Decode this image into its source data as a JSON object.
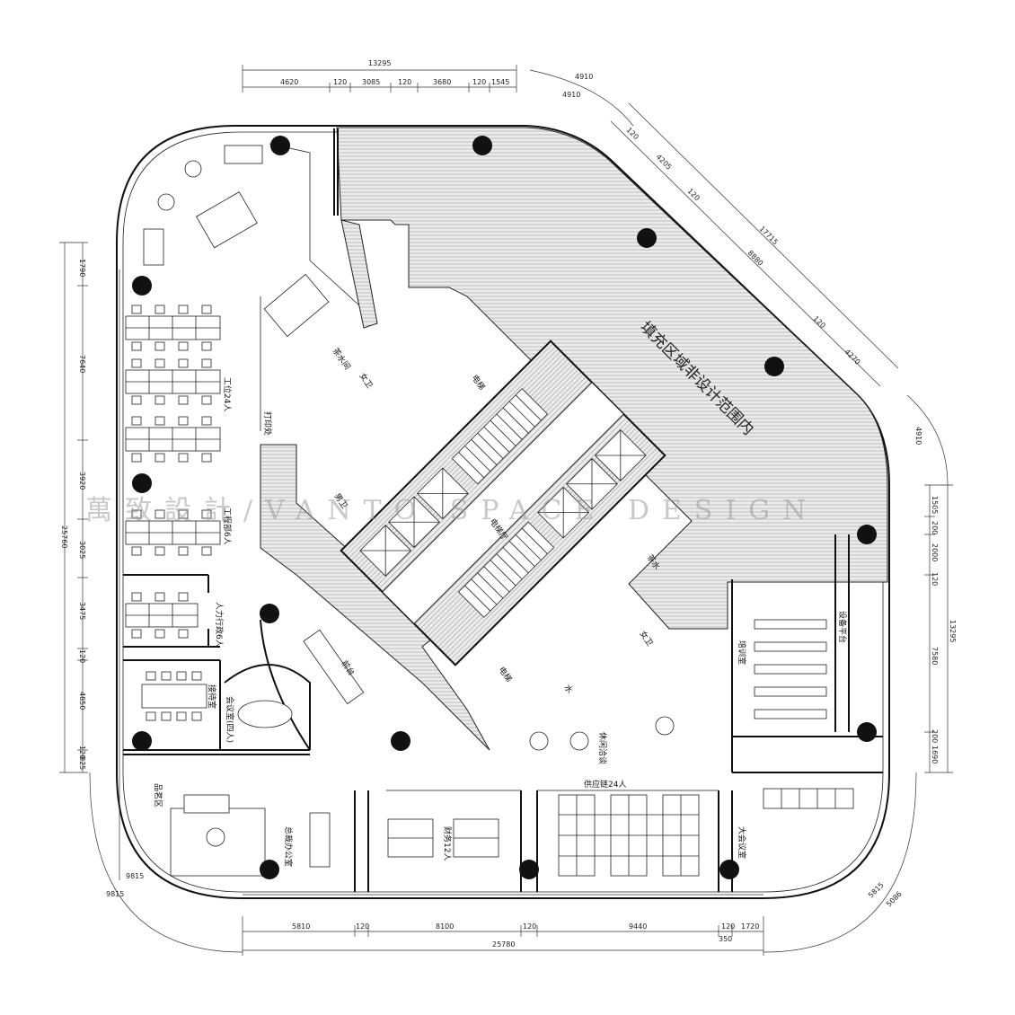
{
  "watermark": "萬致設計/VANTO SPACE DESIGN",
  "core_area_label": "填充区域非设计范围内",
  "rooms": {
    "workstation_24": "工位24人",
    "engineering_6": "工程部6人",
    "hr_6": "人力行政6人",
    "reception_room": "接待室",
    "meeting_room": "会议室(四人)",
    "front_desk": "前台",
    "print": "打印处",
    "lobby": "电梯厅",
    "pantry": "茶水间",
    "female_wc": "女卫",
    "male_wc": "男卫",
    "elevator_a": "电梯",
    "elevator_b": "电梯",
    "water": "水",
    "leisure": "休闲洽谈",
    "sales_24": "供应链24人",
    "finance_12": "财务12人",
    "ceo_office": "总裁办公室",
    "showroom": "品茗区",
    "training": "培训室",
    "big_meeting": "大会议室",
    "equipment": "设备平台",
    "female_wc2": "女卫",
    "pantry2": "茶水"
  },
  "dims_top": {
    "total": "13295",
    "parts": [
      "4620",
      "120",
      "3085",
      "120",
      "3680",
      "120",
      "1545"
    ]
  },
  "dims_bottom": {
    "total": "25780",
    "parts": [
      "5810",
      "120",
      "8100",
      "120",
      "9440",
      "120",
      "1720"
    ],
    "extra": "350"
  },
  "dims_left": {
    "total": "25760",
    "parts": [
      "1790",
      "7640",
      "3920",
      "3025",
      "3475",
      "120",
      "4850",
      "120",
      "825"
    ]
  },
  "dims_right": {
    "total": "13295",
    "parts": [
      "1505",
      "200",
      "2000",
      "120",
      "7580",
      "200",
      "1690"
    ]
  },
  "dims_diagonal_ne": {
    "total": "17715",
    "parts": [
      "120",
      "4205",
      "120",
      "8880",
      "120",
      "4270"
    ],
    "radius_top": "4910",
    "radius_top2": "4910",
    "radius_right": "4910"
  },
  "dims_corners": {
    "sw_a": "9815",
    "sw_b": "9815",
    "se_a": "5815",
    "se_b": "5086"
  }
}
